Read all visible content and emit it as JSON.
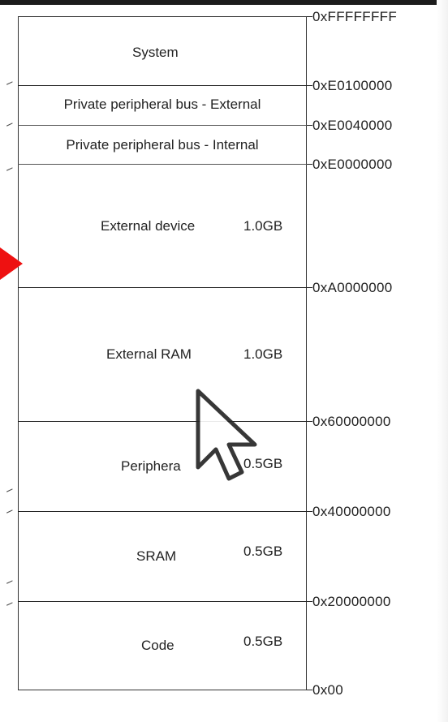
{
  "regions": [
    {
      "label": "System",
      "size": ""
    },
    {
      "label": "Private peripheral bus - External",
      "size": ""
    },
    {
      "label": "Private peripheral bus - Internal",
      "size": ""
    },
    {
      "label": "External device",
      "size": "1.0GB"
    },
    {
      "label": "External RAM",
      "size": "1.0GB"
    },
    {
      "label": "Periphera",
      "size": "0.5GB"
    },
    {
      "label": "SRAM",
      "size": "0.5GB"
    },
    {
      "label": "Code",
      "size": "0.5GB"
    }
  ],
  "addresses": [
    "0xFFFFFFFF",
    "0xE0100000",
    "0xE0040000",
    "0xE0000000",
    "0xA0000000",
    "0x60000000",
    "0x40000000",
    "0x20000000",
    "0x00"
  ],
  "colors": {
    "arrow": "#ee1111",
    "border": "#222222"
  },
  "icons": {
    "pointer": "mouse-cursor-icon",
    "marker": "red-arrow-icon"
  }
}
